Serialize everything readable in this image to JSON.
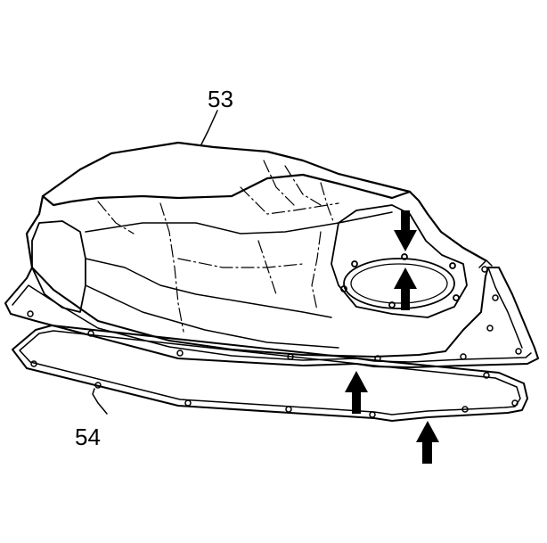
{
  "callouts": {
    "pan": "53",
    "gasket": "54"
  },
  "colors": {
    "line": "#000000",
    "background": "#ffffff"
  },
  "arrows": [
    {
      "name": "down-arrow-top-bolt",
      "direction": "down"
    },
    {
      "name": "up-arrow-center-bolt",
      "direction": "up"
    },
    {
      "name": "up-arrow-front-flange",
      "direction": "up"
    },
    {
      "name": "up-arrow-gasket",
      "direction": "up"
    }
  ]
}
